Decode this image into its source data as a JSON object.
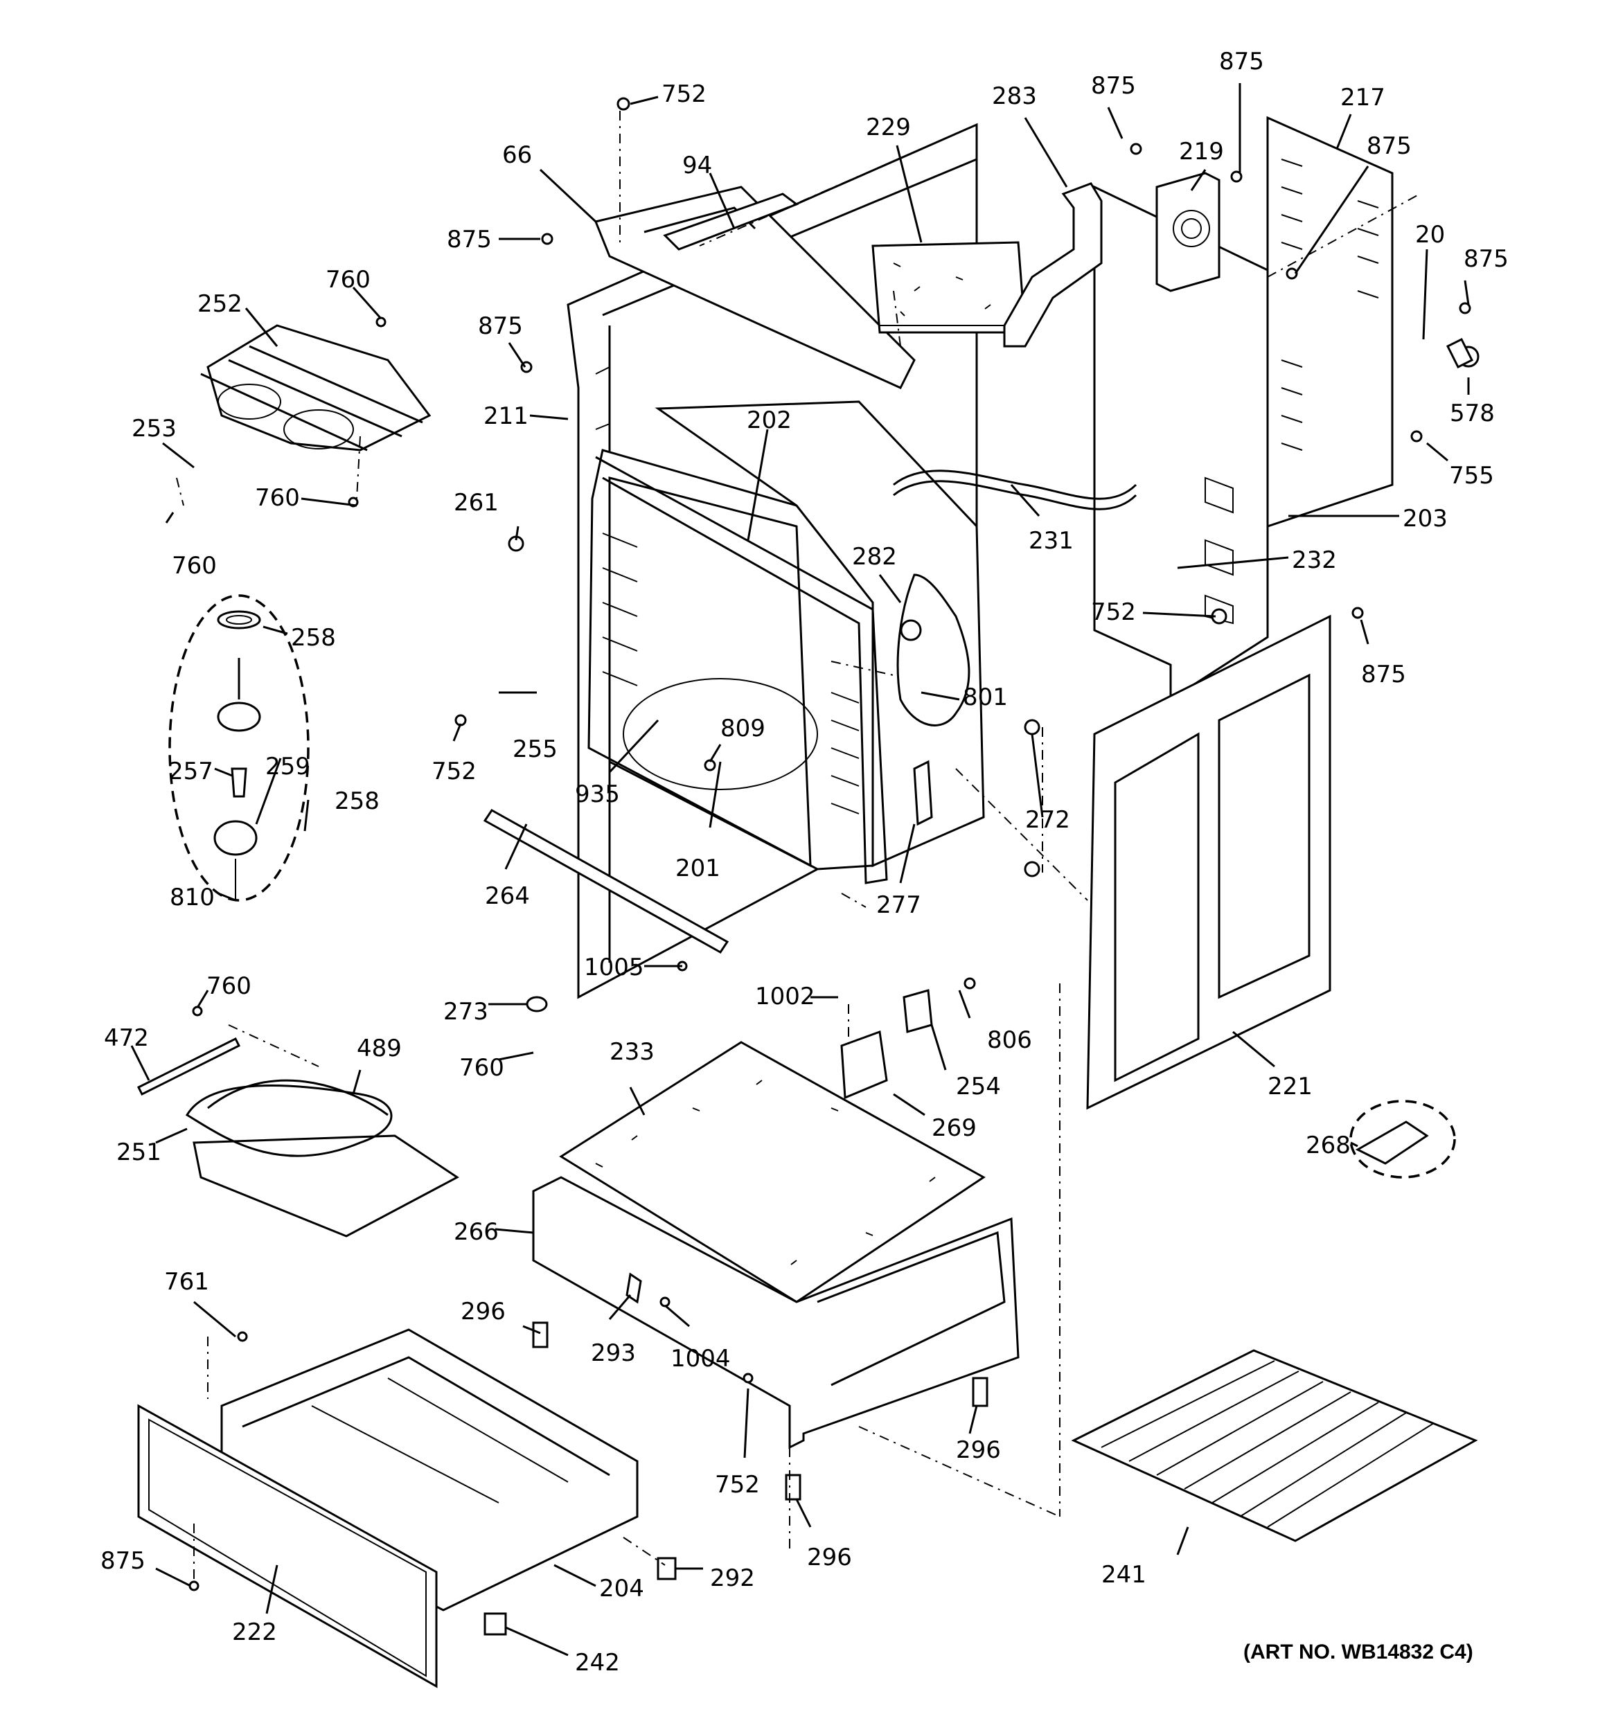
{
  "labels": {
    "l752a": "752",
    "l66": "66",
    "l94": "94",
    "l875a": "875",
    "l875b": "875",
    "l211": "211",
    "l229": "229",
    "l283": "283",
    "l875c": "875",
    "l875d": "875",
    "l219": "219",
    "l217": "217",
    "l875e": "875",
    "l20": "20",
    "l875f": "875",
    "l578": "578",
    "l755": "755",
    "l203": "203",
    "l202": "202",
    "l231": "231",
    "l232": "232",
    "l282": "282",
    "l752b": "752",
    "l875g": "875",
    "l801": "801",
    "l261": "261",
    "l255": "255",
    "l752c": "752",
    "l809": "809",
    "l935": "935",
    "l272": "272",
    "l201": "201",
    "l264": "264",
    "l277": "277",
    "l1005": "1005",
    "l760a": "760",
    "l252": "252",
    "l253": "253",
    "l760b": "760",
    "l760c": "760",
    "l258a": "258",
    "l257": "257",
    "l259": "259",
    "l258b": "258",
    "l810": "810",
    "l760d": "760",
    "l472": "472",
    "l489": "489",
    "l251": "251",
    "l273": "273",
    "l760e": "760",
    "l1002": "1002",
    "l806": "806",
    "l233": "233",
    "l254": "254",
    "l269": "269",
    "l221": "221",
    "l268": "268",
    "l266": "266",
    "l761": "761",
    "l296a": "296",
    "l293": "293",
    "l1004": "1004",
    "l752d": "752",
    "l296b": "296",
    "l296c": "296",
    "l292": "292",
    "l875h": "875",
    "l204": "204",
    "l222": "222",
    "l242": "242",
    "l241": "241"
  },
  "art_number": "(ART NO. WB14832 C4)"
}
